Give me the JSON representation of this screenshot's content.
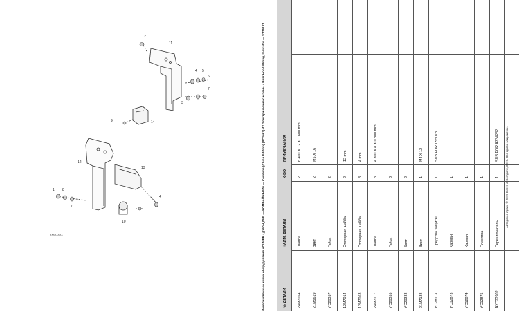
{
  "diagram": {
    "figure_code": "PXXXXXXX",
    "callouts": [
      "2",
      "11",
      "4",
      "5",
      "6",
      "7",
      "3",
      "9",
      "14",
      "12",
      "13",
      "1",
      "8",
      "7",
      "10",
      "4"
    ]
  },
  "header_text": "Локализованные копии оборудования HOLMER / ДЖОН ДИР — КОМБАЙН Н970 — Combine (China Edition) (PC1663) 4X Электрические системы • Rear Hood Wiring, Indicator — ST75131",
  "table": {
    "headers": [
      "№ ДЕТАЛИ",
      "НАИМ. ДЕТАЛИ",
      "К-ВО",
      "ПРИМЕЧАНИЯ"
    ],
    "rows": [
      [
        "24M7054",
        "Шайба",
        "2",
        "6.400 X 12 X 1.600 mm"
      ],
      [
        "21M5619",
        "Винт",
        "2",
        "M5 X 16"
      ],
      [
        "YC20357",
        "Гайка",
        "2",
        ""
      ],
      [
        "12M7014",
        "Стопорная шайба",
        "2",
        "12 mm"
      ],
      [
        "12M7063",
        "Стопорная шайба",
        "3",
        "4 mm"
      ],
      [
        "24M7117",
        "Шайба",
        "3",
        "4.300 X 8 X 0.800 mm"
      ],
      [
        "YC20355",
        "Гайка",
        "3",
        ""
      ],
      [
        "YC20333",
        "Болт",
        "2",
        ""
      ],
      [
        "21M7138",
        "Винт",
        "1",
        "M4 X 12"
      ],
      [
        "YC28113",
        "Средства защиты",
        "1",
        "SUB FOR LS5078"
      ],
      [
        "YC12873",
        "Карман",
        "1",
        ""
      ],
      [
        "YC12874",
        "Карман",
        "1",
        ""
      ],
      [
        "YC12875",
        "Пластина",
        "1",
        ""
      ],
      [
        "AYC22902",
        "Переключатель",
        "1",
        "SUB FOR AZ34232"
      ]
    ]
  },
  "copyright": "Авторское право © 2019 Deere & Company, 2019. Все права защищены."
}
